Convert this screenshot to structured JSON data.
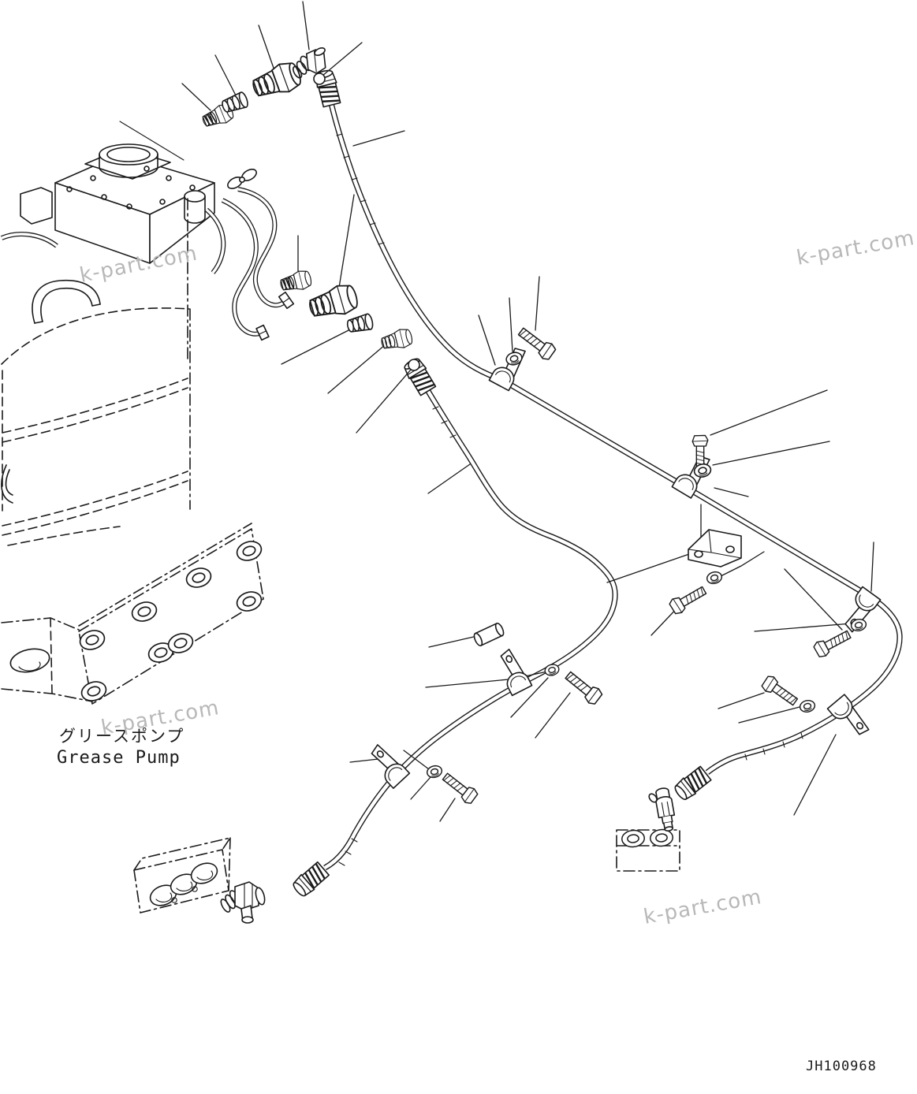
{
  "document": {
    "figure_label_ja": "グリースポンプ",
    "figure_label_en": "Grease Pump",
    "drawing_number": "JH100968",
    "watermark_text": "k-part.com"
  },
  "colors": {
    "line": "#1a1a1a",
    "watermark": "#b8b8b8",
    "background": "#ffffff"
  },
  "parts_depicted": [
    "grease-pump-assembly",
    "grease-drum",
    "drum-handle",
    "mounting-plate",
    "manifold-block",
    "port-plate",
    "grease-hose",
    "steel-tube",
    "hose-clamp",
    "clamp-bracket",
    "hex-fitting",
    "threaded-plug",
    "elbow-fitting",
    "o-ring",
    "bolt",
    "washer",
    "spacer-sleeve",
    "grommet"
  ]
}
